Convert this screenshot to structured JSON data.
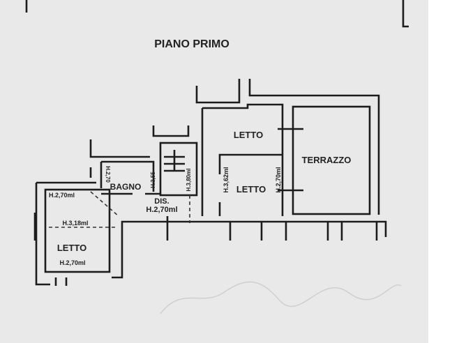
{
  "title": "PIANO PRIMO",
  "rooms": {
    "letto_top": "LETTO",
    "letto_mid": "LETTO",
    "terrazzo": "TERRAZZO",
    "bagno": "BAGNO",
    "dis": "DIS.",
    "letto_left": "LETTO"
  },
  "heights": {
    "bagno_h": "H.2,70",
    "bagno_h2": "H.3,55",
    "stairs_h": "H.3,80ml",
    "letto_mid_left": "H.3,62ml",
    "letto_mid_right": "H.2,70ml",
    "dis_h": "H.2,70ml",
    "letto_left_top": "H.2,70ml",
    "letto_left_mid": "H.3,18ml",
    "letto_left_bottom": "H.2,70ml"
  }
}
